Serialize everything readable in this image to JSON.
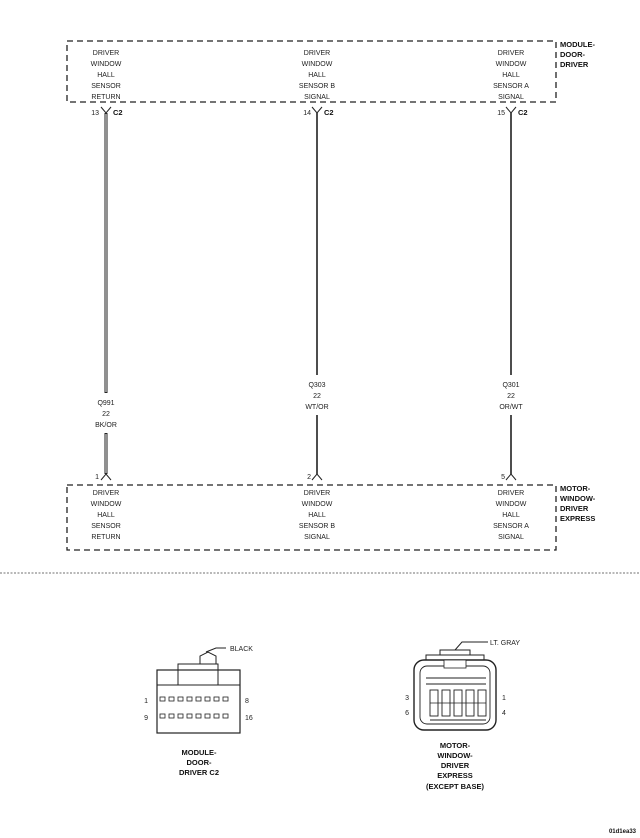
{
  "module_door_driver": {
    "name_lines": [
      "MODULE-",
      "DOOR-",
      "DRIVER"
    ],
    "connector": "C2",
    "pins": [
      {
        "pin": "13",
        "func_lines": [
          "DRIVER",
          "WINDOW",
          "HALL",
          "SENSOR",
          "RETURN"
        ]
      },
      {
        "pin": "14",
        "func_lines": [
          "DRIVER",
          "WINDOW",
          "HALL",
          "SENSOR B",
          "SIGNAL"
        ]
      },
      {
        "pin": "15",
        "func_lines": [
          "DRIVER",
          "WINDOW",
          "HALL",
          "SENSOR A",
          "SIGNAL"
        ]
      }
    ]
  },
  "wires": [
    {
      "lines": [
        "Q991",
        "22",
        "BK/OR"
      ]
    },
    {
      "lines": [
        "Q303",
        "22",
        "WT/OR"
      ]
    },
    {
      "lines": [
        "Q301",
        "22",
        "OR/WT"
      ]
    }
  ],
  "motor_window_driver_express": {
    "name_lines": [
      "MOTOR-",
      "WINDOW-",
      "DRIVER",
      "EXPRESS"
    ],
    "pins": [
      {
        "pin": "1",
        "func_lines": [
          "DRIVER",
          "WINDOW",
          "HALL",
          "SENSOR",
          "RETURN"
        ]
      },
      {
        "pin": "2",
        "func_lines": [
          "DRIVER",
          "WINDOW",
          "HALL",
          "SENSOR B",
          "SIGNAL"
        ]
      },
      {
        "pin": "5",
        "func_lines": [
          "DRIVER",
          "WINDOW",
          "HALL",
          "SENSOR A",
          "SIGNAL"
        ]
      }
    ]
  },
  "connector_views": [
    {
      "color_label": "BLACK",
      "pin_labels": {
        "top_left": "1",
        "top_right": "8",
        "bottom_left": "9",
        "bottom_right": "16"
      },
      "caption_lines": [
        "MODULE-",
        "DOOR-",
        "DRIVER C2"
      ]
    },
    {
      "color_label": "LT. GRAY",
      "pin_labels": {
        "top_left": "3",
        "top_right": "1",
        "bottom_left": "6",
        "bottom_right": "4"
      },
      "caption_lines": [
        "MOTOR-",
        "WINDOW-",
        "DRIVER",
        "EXPRESS",
        "(EXCEPT BASE)"
      ]
    }
  ],
  "figure_id": "01d1ea33"
}
